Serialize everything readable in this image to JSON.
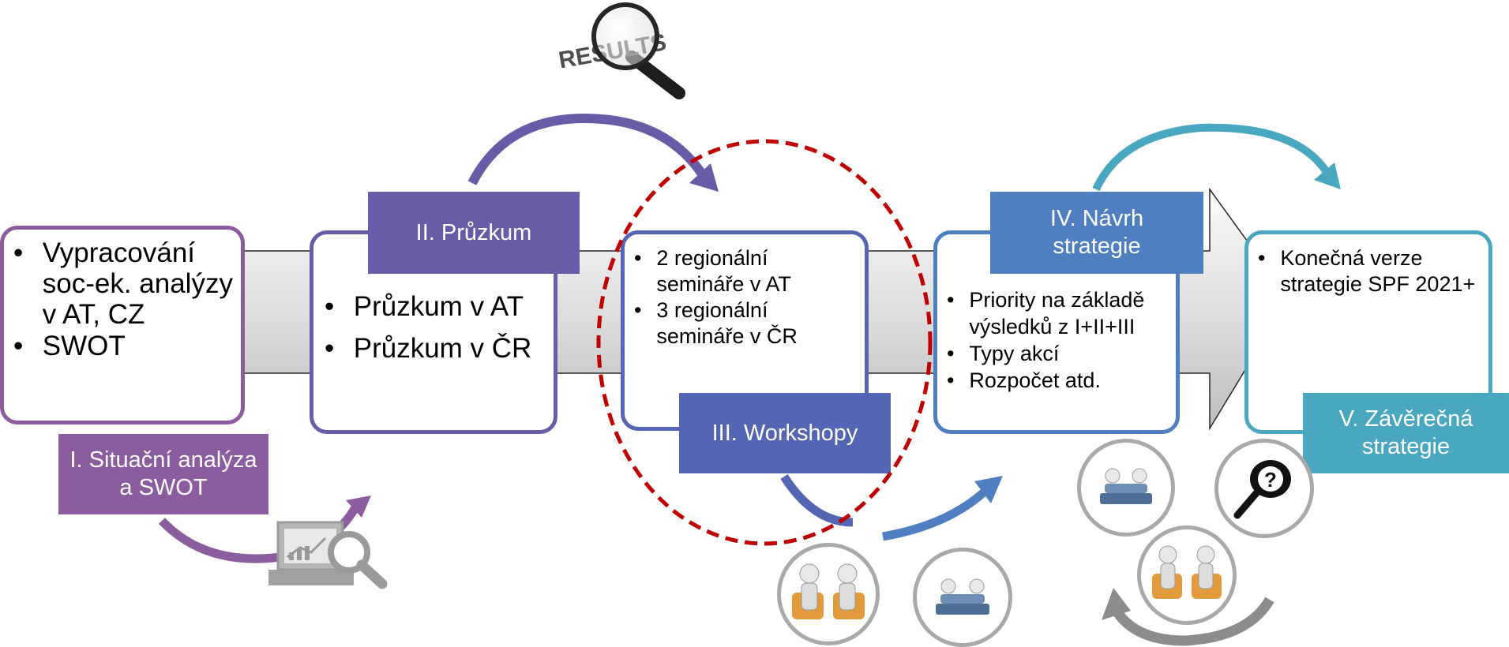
{
  "stages": [
    {
      "label": "I. Situační analýza a SWOT",
      "bullets": [
        "Vypracování soc-ek. analýzy v AT, CZ",
        "SWOT"
      ],
      "color": "#8b5c9e"
    },
    {
      "label": "II. Průzkum",
      "bullets": [
        "Průzkum v AT",
        "Průzkum v ČR"
      ],
      "color": "#6a5ba8"
    },
    {
      "label": "III. Workshopy",
      "bullets": [
        "2 regionální semináře v AT",
        "3 regionální semináře v ČR"
      ],
      "color": "#5466b3"
    },
    {
      "label": "IV. Návrh strategie",
      "bullets": [
        "Priority na základě výsledků z I+II+III",
        "Typy akcí",
        "Rozpočet atd."
      ],
      "color": "#4f7fc0"
    },
    {
      "label": "V. Závěrečná strategie",
      "bullets": [
        "Konečná verze strategie SPF 2021+"
      ],
      "color": "#4aa7c0"
    }
  ],
  "results_logo_text": "RESULTS",
  "highlight_color": "#c00000"
}
